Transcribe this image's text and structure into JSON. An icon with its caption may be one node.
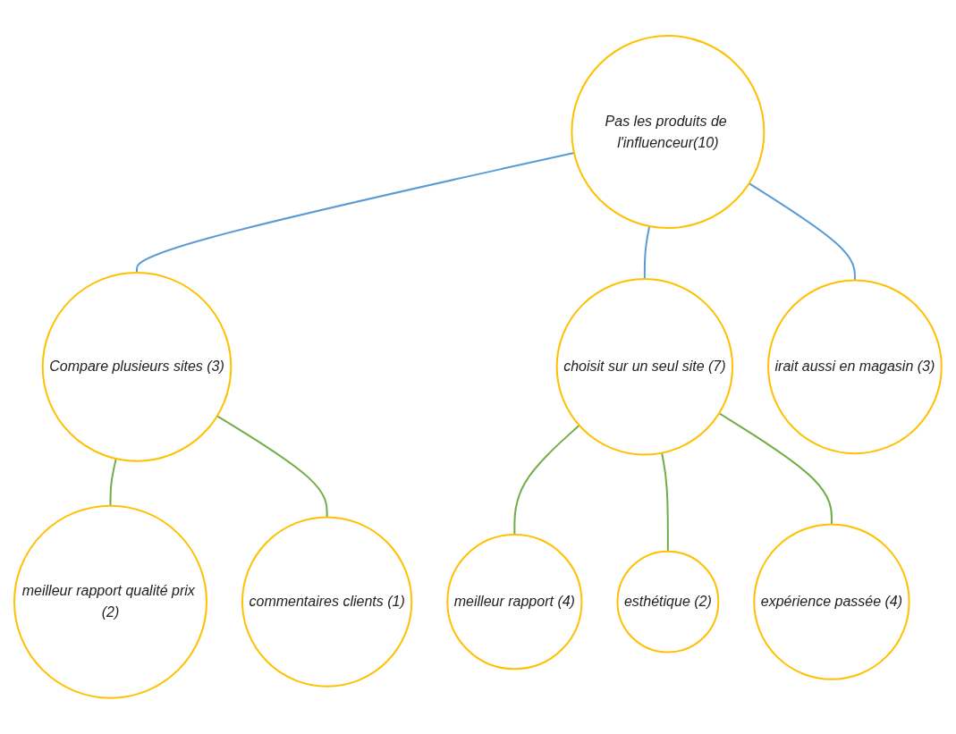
{
  "diagram": {
    "nodes": [
      {
        "text": [
          "Pas les produits de l'influenceur(10)"
        ]
      },
      {
        "text": [
          "Compare plusieurs sites (3)"
        ]
      },
      {
        "text": [
          "choisit sur un seul site (7)"
        ]
      },
      {
        "text": [
          "meilleur rapport qualité prix (2)"
        ]
      },
      {
        "text": [
          "commentaires clients (1)"
        ]
      },
      {
        "text": [
          "meilleur rapport (4)"
        ]
      },
      {
        "text": [
          "esthétique (2)"
        ]
      },
      {
        "text": [
          "expérience passée (4)"
        ]
      },
      {
        "text": [
          "irait aussi en magasin (3)"
        ]
      }
    ],
    "edges": [
      {
        "from": 0,
        "to": 1,
        "arrow": "none",
        "color": "#5b9bd5"
      },
      {
        "from": 0,
        "to": 2,
        "arrow": "none",
        "color": "#5b9bd5"
      },
      {
        "from": 0,
        "to": 8,
        "arrow": "none",
        "color": "#5b9bd5"
      },
      {
        "from": 1,
        "to": 3,
        "arrow": "none"
      },
      {
        "from": 1,
        "to": 4,
        "arrow": "none"
      },
      {
        "from": 2,
        "to": 5,
        "arrow": "none"
      },
      {
        "from": 2,
        "to": 6,
        "arrow": "none"
      },
      {
        "from": 2,
        "to": 7,
        "arrow": "none"
      }
    ]
  }
}
